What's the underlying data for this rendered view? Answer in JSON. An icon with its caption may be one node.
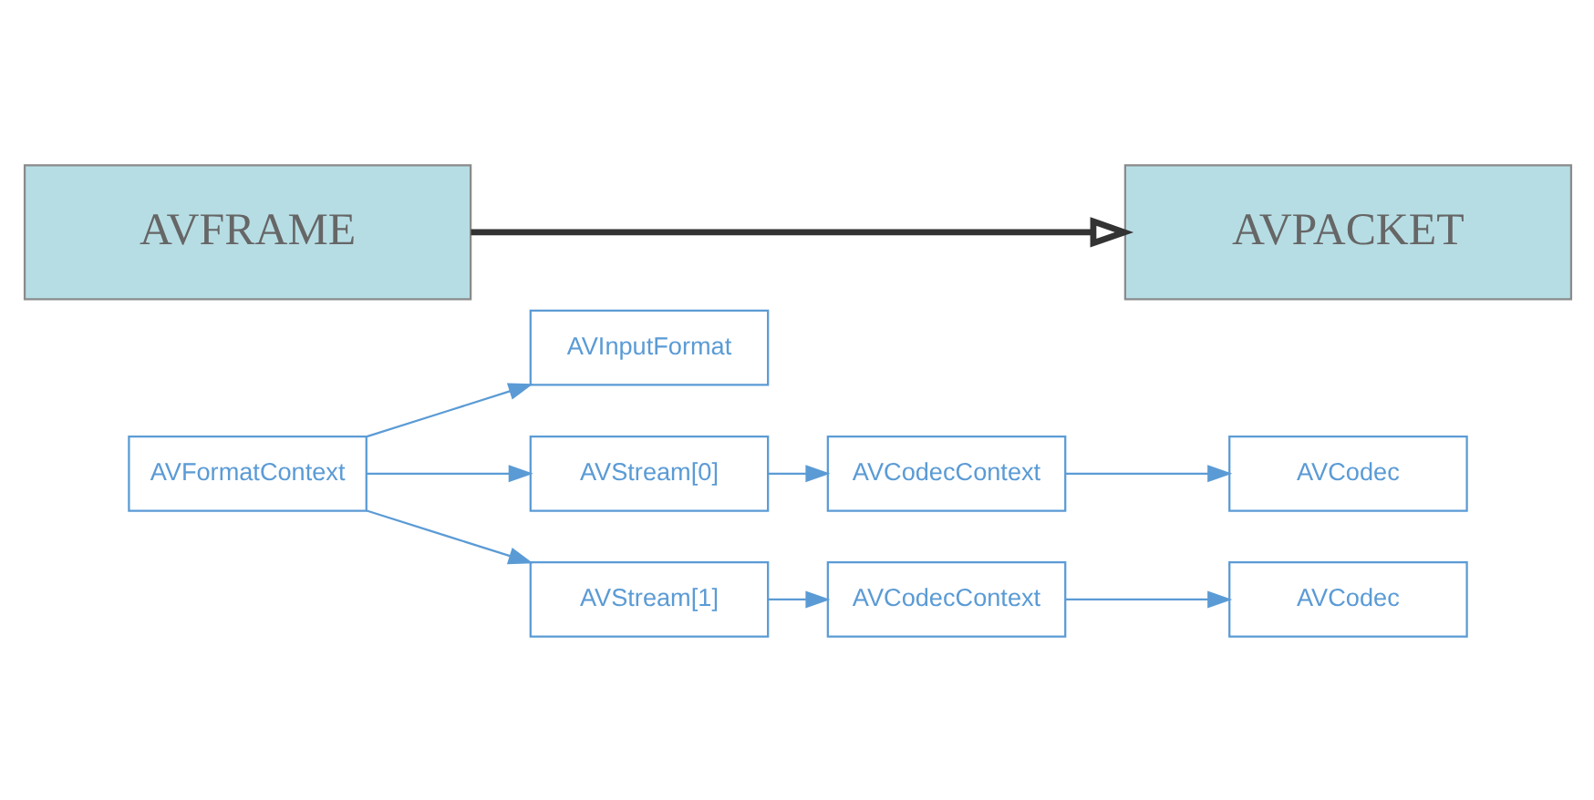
{
  "diagram": {
    "nodes": [
      {
        "text": [
          "AVFormatContext"
        ]
      },
      {
        "text": [
          "AVInputFormat"
        ]
      },
      {
        "text": [
          "AVStream[0]"
        ]
      },
      {
        "text": [
          "AVCodecContext"
        ]
      },
      {
        "text": [
          "AVCodec"
        ]
      },
      {
        "text": [
          "AVStream[1]"
        ]
      },
      {
        "text": [
          "AVCodecContext"
        ]
      },
      {
        "text": [
          "AVCodec"
        ]
      },
      {
        "text": [
          "AVFRAME"
        ]
      },
      {
        "text": [
          "AVPACKET"
        ]
      }
    ],
    "edges": [
      {
        "from": 0,
        "to": 1,
        "arrow": "to"
      },
      {
        "from": 0,
        "to": 2,
        "arrow": "to"
      },
      {
        "from": 0,
        "to": 5,
        "arrow": "to"
      },
      {
        "from": 2,
        "to": 3,
        "arrow": "to"
      },
      {
        "from": 3,
        "to": 4,
        "arrow": "to"
      },
      {
        "from": 5,
        "to": 6,
        "arrow": "to"
      },
      {
        "from": 6,
        "to": 7,
        "arrow": "to"
      },
      {
        "from": 8,
        "to": 9,
        "arrow": "to",
        "style": "thick",
        "color": "#333333"
      }
    ]
  }
}
